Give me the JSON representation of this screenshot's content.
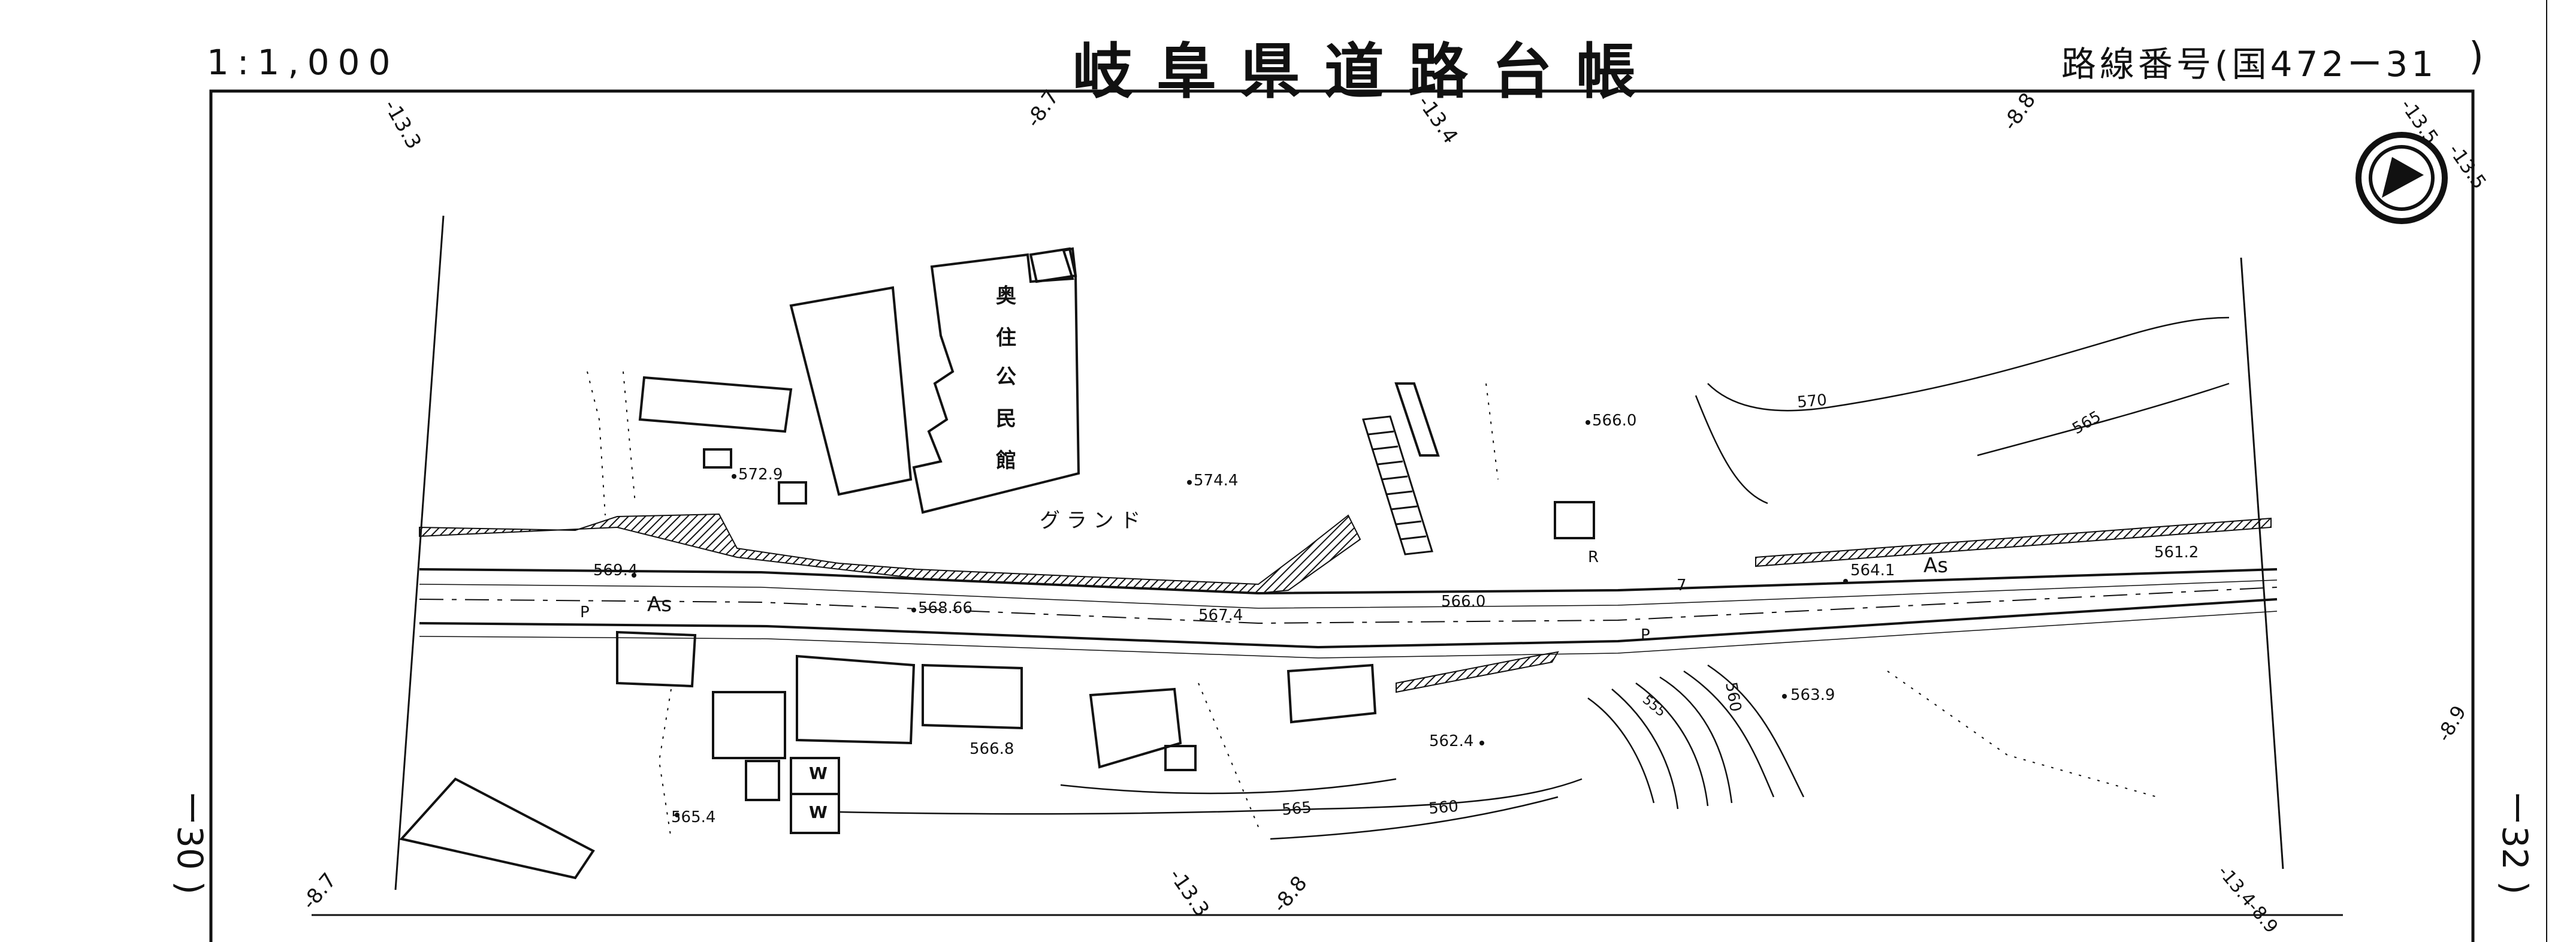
{
  "header": {
    "scale": "1:1,000",
    "title": "岐阜県道路台帳",
    "route": "路線番号(国472ー31",
    "route_close": ")"
  },
  "page_refs": {
    "left": "ー30 )",
    "right": "ー32 )"
  },
  "grid_labels": {
    "top_1": "-13.3",
    "top_2": "-8.7",
    "top_3": "-13.4",
    "top_4": "-8.8",
    "top_5": "-13.5",
    "top_6": "-13.5",
    "bottom_1": "-8.7",
    "bottom_2": "-13.3",
    "bottom_3": "-8.8",
    "bottom_4": "-13.4-8.9",
    "right_1": "-8.9"
  },
  "map_labels": {
    "building_name": [
      "奥",
      "住",
      "公",
      "民",
      "館"
    ],
    "ground": "グ ラ ン ド",
    "road_surface_1": "As",
    "road_surface_2": "As",
    "road_label_p1": "P",
    "road_label_p2": "P",
    "road_label_r": "R",
    "road_label_7": "7",
    "water_1": "W",
    "water_2": "W"
  },
  "elevations": {
    "e1": "572.9",
    "e2": "574.4",
    "e3": "566.0",
    "e4": "569.4",
    "e5": "568.66",
    "e6": "567.4",
    "e7": "566.0",
    "e8": "564.1",
    "e9": "561.2",
    "e10": "566.8",
    "e11": "562.4",
    "e12": "563.9",
    "e13": "565.4"
  },
  "contours": {
    "c1": "570",
    "c2": "565",
    "c3": "565",
    "c4": "560",
    "c5": "560",
    "c6": "555"
  },
  "colors": {
    "ink": "#111111",
    "paper": "#ffffff"
  },
  "icons": {
    "north_arrow": "north-arrow-icon"
  }
}
